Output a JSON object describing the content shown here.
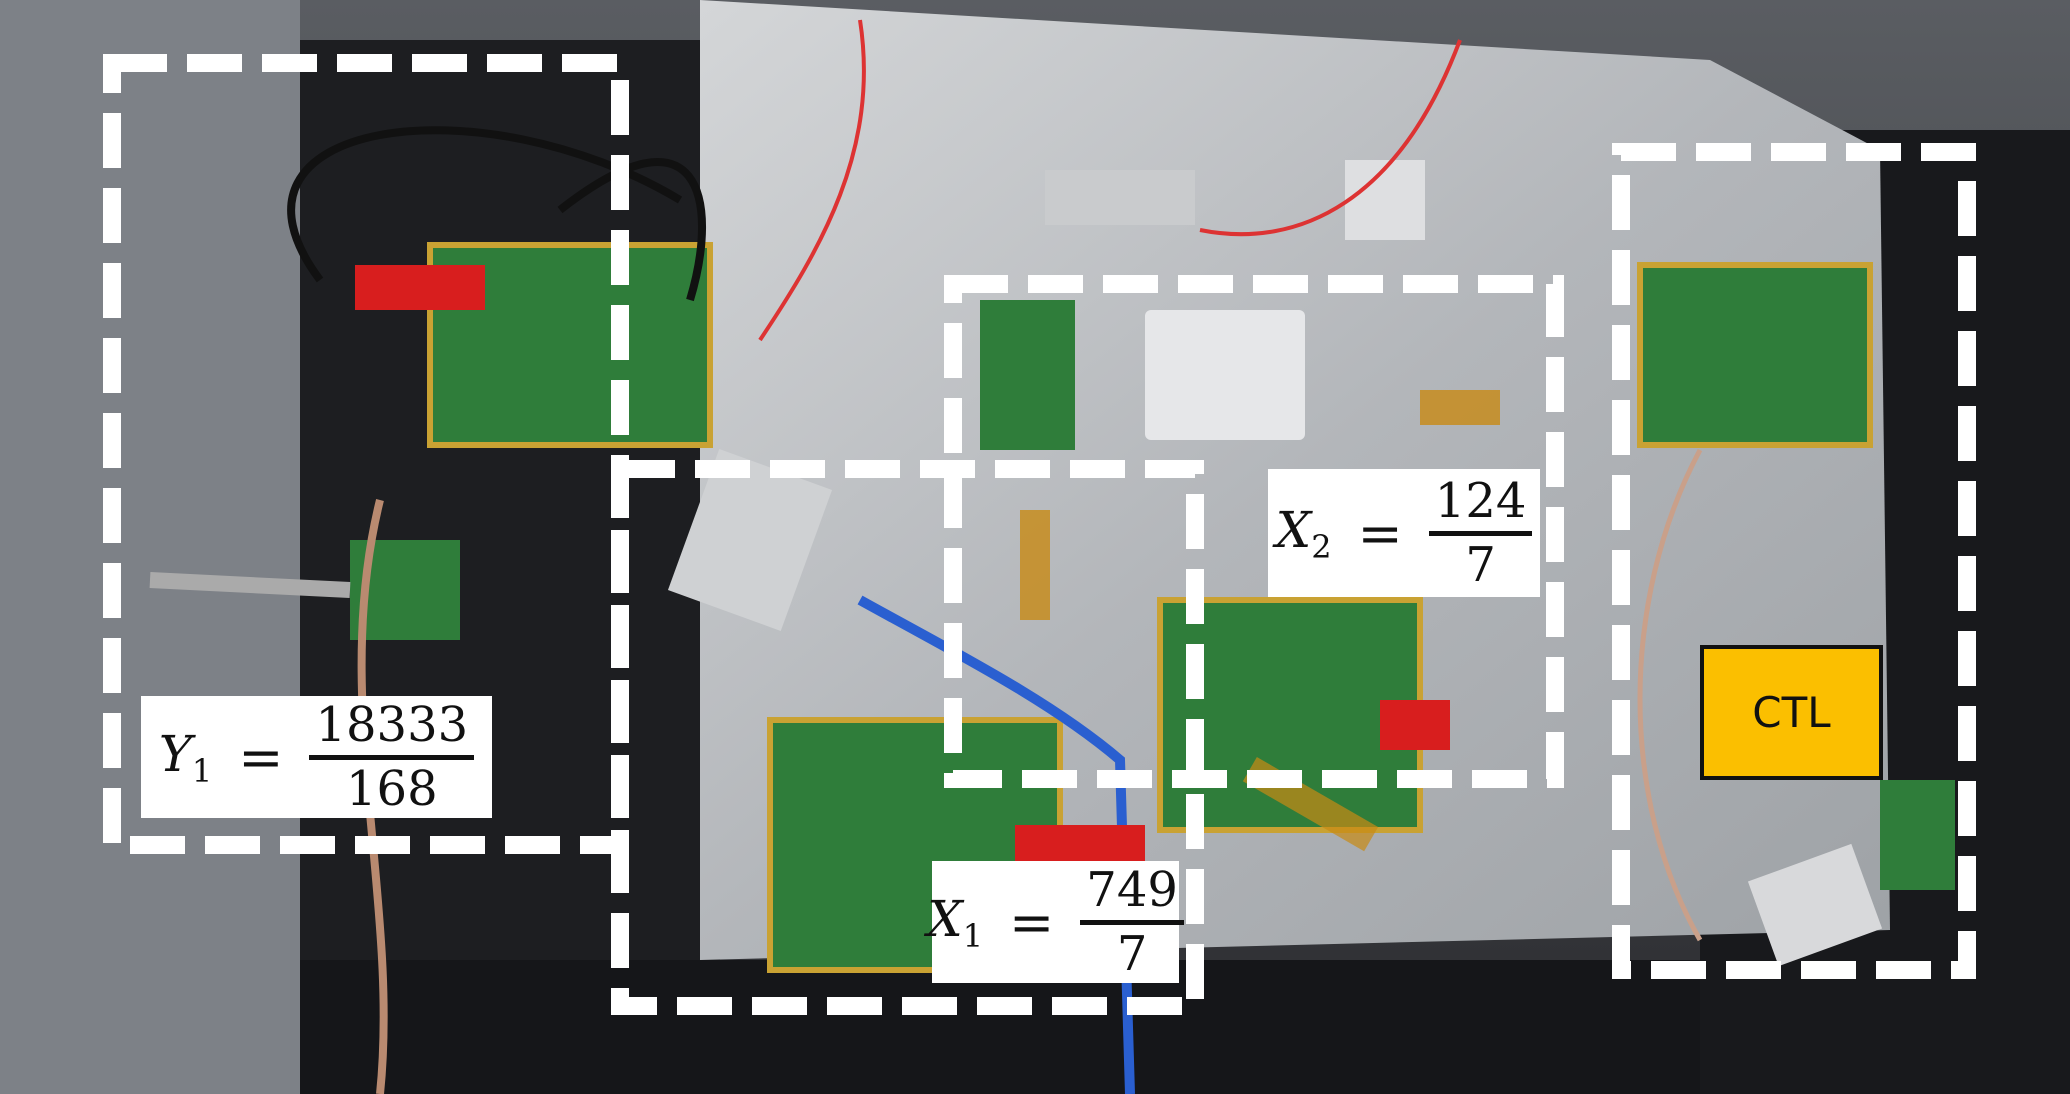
{
  "annotations": {
    "y1": {
      "variable": "Y",
      "subscript": "1",
      "equals": "=",
      "numerator": "18333",
      "denominator": "168"
    },
    "x1": {
      "variable": "X",
      "subscript": "1",
      "equals": "=",
      "numerator": "749",
      "denominator": "7"
    },
    "x2": {
      "variable": "X",
      "subscript": "2",
      "equals": "=",
      "numerator": "124",
      "denominator": "7"
    },
    "ctl": {
      "label": "CTL",
      "color": "#fbbf00"
    }
  },
  "colors": {
    "dash": "#ffffff",
    "plate": "#b9bcbf",
    "pcb": "#2f7d3a",
    "tape": "#c88a14"
  }
}
